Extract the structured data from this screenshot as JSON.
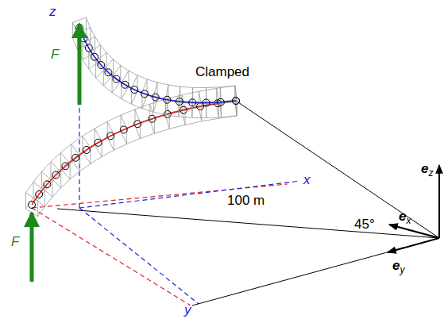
{
  "diagram": {
    "labels": [
      "z",
      "Clamped",
      "x",
      "F",
      "F",
      "100 m",
      "45°",
      "ez",
      "ex",
      "ey",
      "y"
    ]
  }
}
